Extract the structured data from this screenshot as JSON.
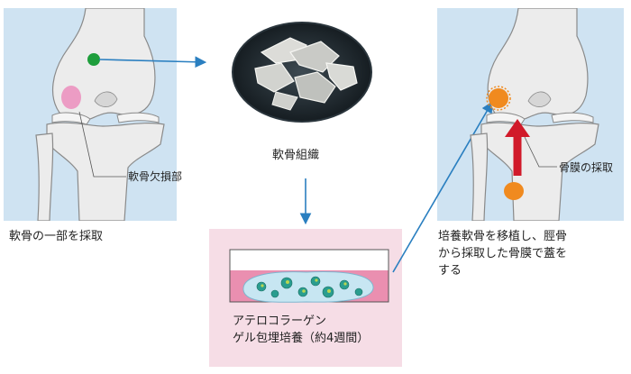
{
  "panels": {
    "harvest": {
      "caption": "軟骨の一部を採取",
      "defect_label": "軟骨欠損部"
    },
    "tissue": {
      "caption": "軟骨組織"
    },
    "culture": {
      "caption_line1": "アテロコラーゲン",
      "caption_line2": "ゲル包埋培養（約4週間）"
    },
    "transplant": {
      "caption_line1": "培養軟骨を移植し、脛骨",
      "caption_line2": "から採取した骨膜で蓋を",
      "caption_line3": "する",
      "periosteum_label": "骨膜の採取"
    }
  },
  "colors": {
    "panel_blue": "#cfe3f2",
    "panel_pink": "#f6dde6",
    "bone": "#ececec",
    "bone_outline": "#8a8a8a",
    "harvest_dot": "#1e9e3c",
    "defect_spot": "#ec9cc4",
    "implant": "#f08a1f",
    "arrow_blue": "#2a7fc0",
    "arrow_red": "#d11a2a"
  }
}
